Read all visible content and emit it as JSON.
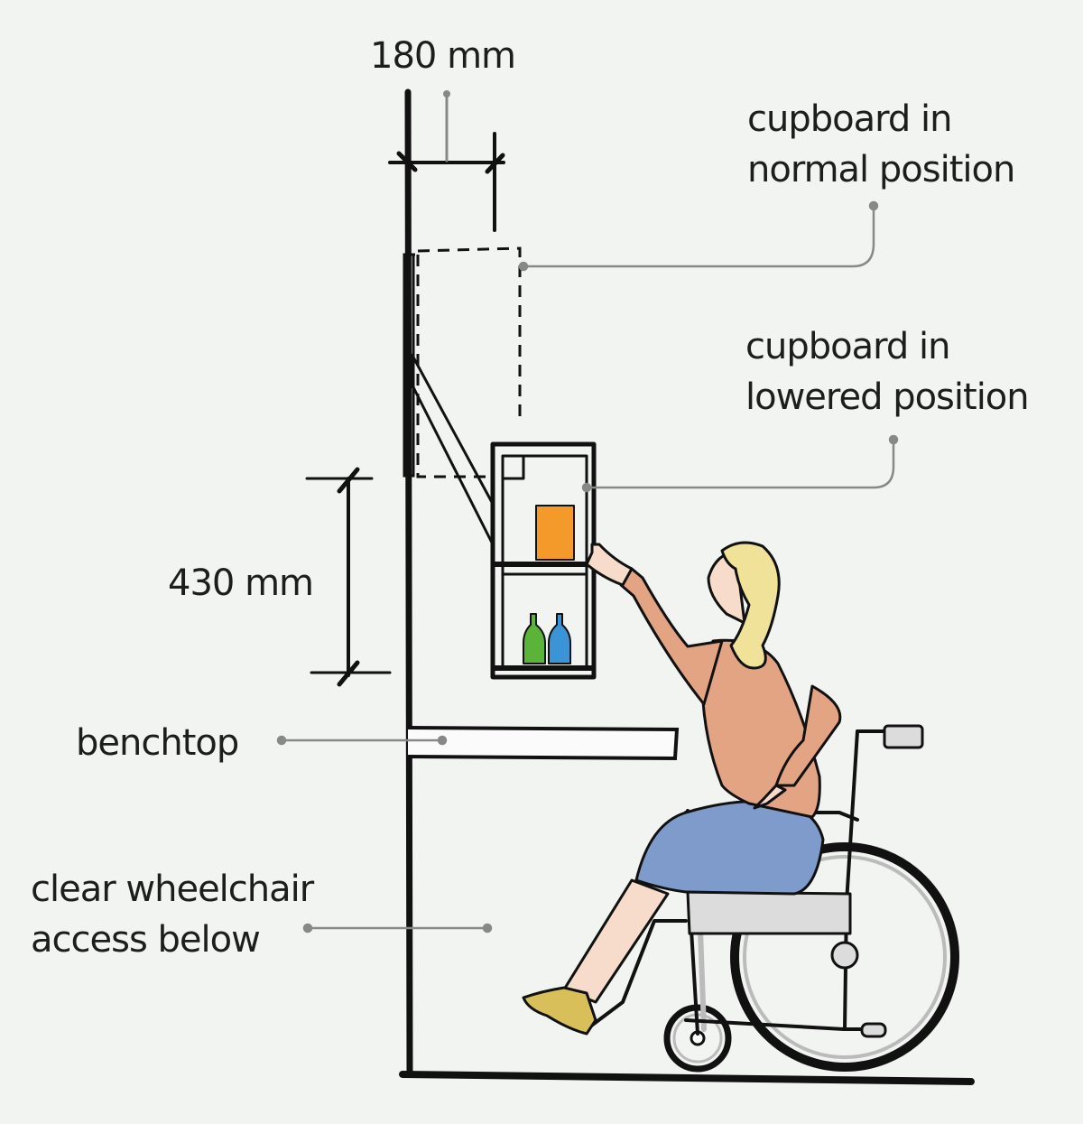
{
  "dimensions": {
    "top_offset": "180 mm",
    "drop_height": "430 mm"
  },
  "labels": {
    "cupboard_normal": [
      "cupboard in",
      "normal position"
    ],
    "cupboard_lowered": [
      "cupboard in",
      "lowered position"
    ],
    "benchtop": "benchtop",
    "wheelchair_access": [
      "clear wheelchair",
      "access below"
    ]
  },
  "colors": {
    "background": "#f2f4f2",
    "line": "#111111",
    "leader": "#888888",
    "jar_orange": "#f39a2b",
    "bottle_green": "#5cb33a",
    "bottle_blue": "#3b94d6",
    "hair": "#f1e29a",
    "blouse": "#e3a484",
    "skirt": "#7f9bcc",
    "skin": "#f7dccc",
    "shoe": "#d9bf5a",
    "wheelchair_seat": "#dcdcdc"
  },
  "icons": {
    "person": "wheelchair-user-figure",
    "wheelchair": "wheelchair-icon"
  }
}
